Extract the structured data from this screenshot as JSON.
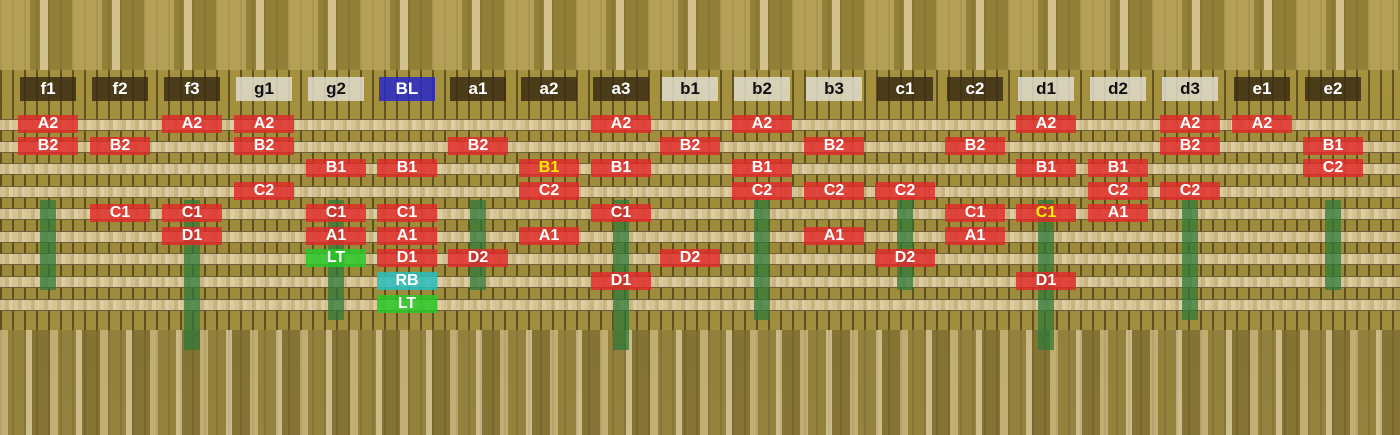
{
  "colors": {
    "signal": "#e12828",
    "lt": "#28c828",
    "rb": "#28bebe",
    "bl": "#2828c8",
    "highlight_text": "#ffef00"
  },
  "columns": [
    {
      "name": "f1",
      "header_style": "dark",
      "labels": [
        {
          "text": "A2"
        },
        {
          "text": "B2"
        }
      ]
    },
    {
      "name": "f2",
      "header_style": "dark",
      "labels": [
        {
          "text": "B2"
        },
        {
          "text": "C1"
        }
      ]
    },
    {
      "name": "f3",
      "header_style": "dark",
      "labels": [
        {
          "text": "A2"
        },
        {
          "text": "C1"
        },
        {
          "text": "D1"
        }
      ]
    },
    {
      "name": "g1",
      "header_style": "light",
      "labels": [
        {
          "text": "A2"
        },
        {
          "text": "B2"
        },
        {
          "text": "C2"
        }
      ]
    },
    {
      "name": "g2",
      "header_style": "light",
      "labels": [
        {
          "text": "B1"
        },
        {
          "text": "C1"
        },
        {
          "text": "A1"
        },
        {
          "text": "LT",
          "style": "lt"
        }
      ]
    },
    {
      "name": "BL",
      "header_style": "blue",
      "labels": [
        {
          "text": "B1"
        },
        {
          "text": "C1"
        },
        {
          "text": "A1"
        },
        {
          "text": "D1"
        },
        {
          "text": "RB",
          "style": "rb"
        },
        {
          "text": "LT",
          "style": "lt"
        }
      ]
    },
    {
      "name": "a1",
      "header_style": "dark",
      "labels": [
        {
          "text": "B2"
        },
        {
          "text": "D2"
        }
      ]
    },
    {
      "name": "a2",
      "header_style": "dark",
      "labels": [
        {
          "text": "B1",
          "style": "yellow"
        },
        {
          "text": "C2"
        },
        {
          "text": "A1"
        }
      ]
    },
    {
      "name": "a3",
      "header_style": "dark",
      "labels": [
        {
          "text": "A2"
        },
        {
          "text": "B1"
        },
        {
          "text": "C1"
        },
        {
          "text": "D1"
        }
      ]
    },
    {
      "name": "b1",
      "header_style": "light",
      "labels": [
        {
          "text": "B2"
        },
        {
          "text": "D2"
        }
      ]
    },
    {
      "name": "b2",
      "header_style": "light",
      "labels": [
        {
          "text": "A2"
        },
        {
          "text": "B1"
        },
        {
          "text": "C2"
        }
      ]
    },
    {
      "name": "b3",
      "header_style": "light",
      "labels": [
        {
          "text": "B2"
        },
        {
          "text": "C2"
        },
        {
          "text": "A1"
        }
      ]
    },
    {
      "name": "c1",
      "header_style": "dark",
      "labels": [
        {
          "text": "C2"
        },
        {
          "text": "D2"
        }
      ]
    },
    {
      "name": "c2",
      "header_style": "dark",
      "labels": [
        {
          "text": "B2"
        },
        {
          "text": "C1"
        },
        {
          "text": "A1"
        }
      ]
    },
    {
      "name": "d1",
      "header_style": "light",
      "labels": [
        {
          "text": "A2"
        },
        {
          "text": "B1"
        },
        {
          "text": "C1",
          "style": "yellow"
        },
        {
          "text": "D1"
        }
      ]
    },
    {
      "name": "d2",
      "header_style": "light",
      "labels": [
        {
          "text": "B1"
        },
        {
          "text": "C2"
        },
        {
          "text": "A1"
        }
      ]
    },
    {
      "name": "d3",
      "header_style": "light",
      "labels": [
        {
          "text": "A2"
        },
        {
          "text": "B2"
        },
        {
          "text": "C2"
        }
      ]
    },
    {
      "name": "e1",
      "header_style": "dark",
      "labels": [
        {
          "text": "A2"
        }
      ]
    },
    {
      "name": "e2",
      "header_style": "dark",
      "labels": [
        {
          "text": "B1"
        },
        {
          "text": "C2"
        }
      ]
    }
  ]
}
